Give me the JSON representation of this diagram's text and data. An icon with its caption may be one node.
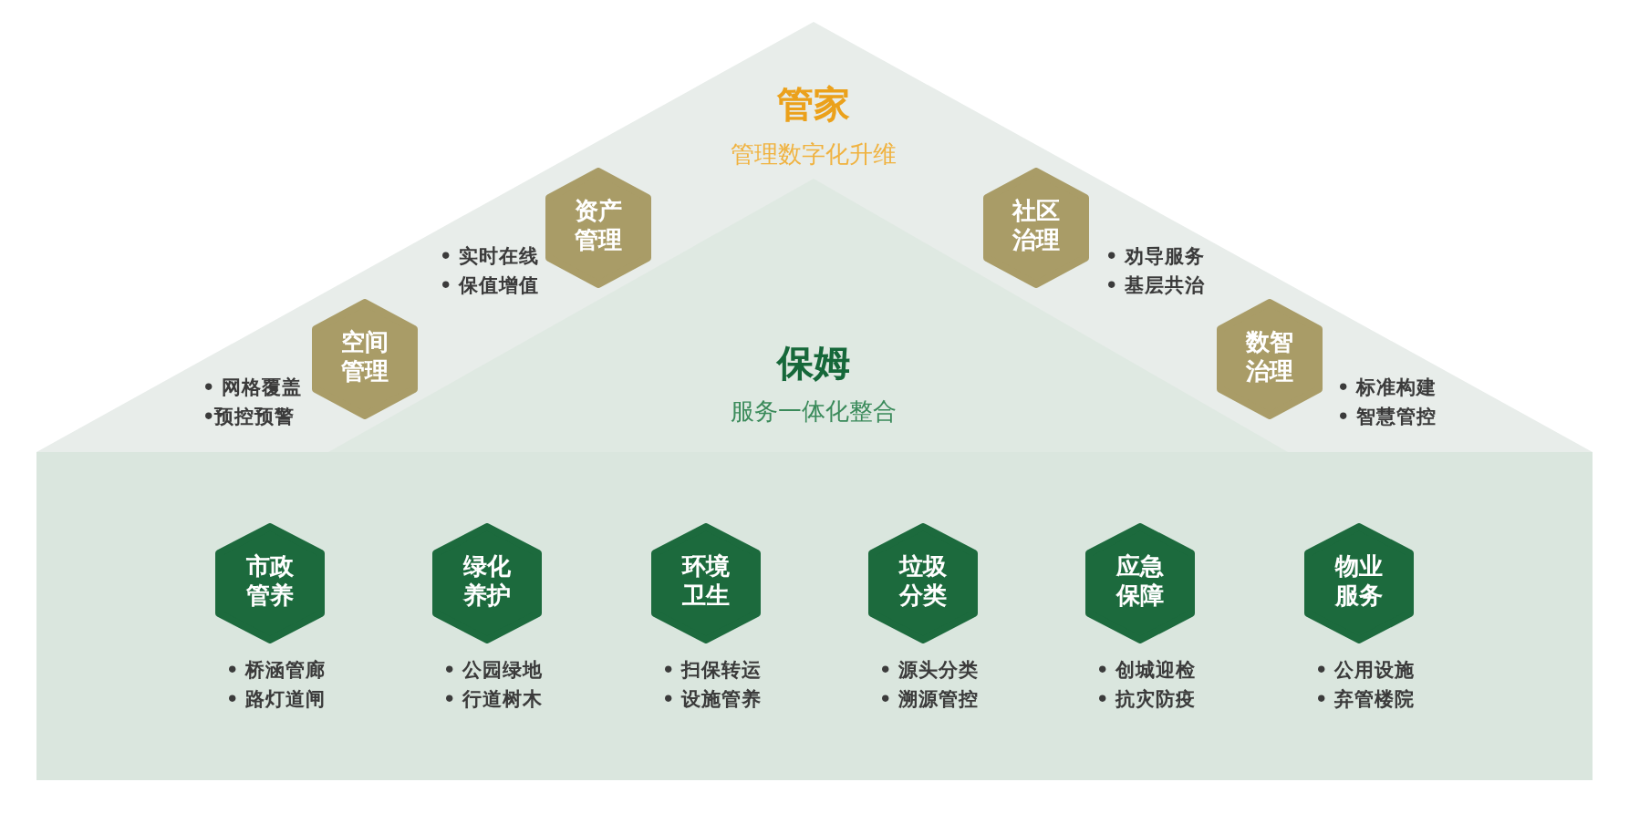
{
  "diagram": {
    "nodes": [
      {
        "text": [
          "管家",
          "管理数字化升维"
        ]
      },
      {
        "text": [
          "空间管理"
        ],
        "in": 0,
        "beside": [
          "• 网格覆盖",
          "•预控预警"
        ]
      },
      {
        "text": [
          "资产管理"
        ],
        "in": 0,
        "beside": [
          "• 实时在线",
          "• 保值增值"
        ]
      },
      {
        "text": [
          "社区治理"
        ],
        "in": 0,
        "beside": [
          "• 劝导服务",
          "• 基层共治"
        ]
      },
      {
        "text": [
          "数智治理"
        ],
        "in": 0,
        "beside": [
          "• 标准构建",
          "• 智慧管控"
        ]
      },
      {
        "text": [
          "保姆",
          "服务一体化整合"
        ],
        "in": 0
      },
      {
        "text": [],
        "shape": "box"
      },
      {
        "text": [
          "市政管养"
        ],
        "in": 6,
        "beside": [
          "• 桥涵管廊",
          "• 路灯道闸"
        ]
      },
      {
        "text": [
          "绿化养护"
        ],
        "in": 6,
        "beside": [
          "• 公园绿地",
          "• 行道树木"
        ]
      },
      {
        "text": [
          "环境卫生"
        ],
        "in": 6,
        "beside": [
          "• 扫保转运",
          "• 设施管养"
        ]
      },
      {
        "text": [
          "垃圾分类"
        ],
        "in": 6,
        "beside": [
          "• 源头分类",
          "• 溯源管控"
        ]
      },
      {
        "text": [
          "应急保障"
        ],
        "in": 6,
        "beside": [
          "• 创城迎检",
          "• 抗灾防疫"
        ]
      },
      {
        "text": [
          "物业服务"
        ],
        "in": 6,
        "beside": [
          "• 公用设施",
          "• 弃管楼院"
        ]
      }
    ]
  }
}
